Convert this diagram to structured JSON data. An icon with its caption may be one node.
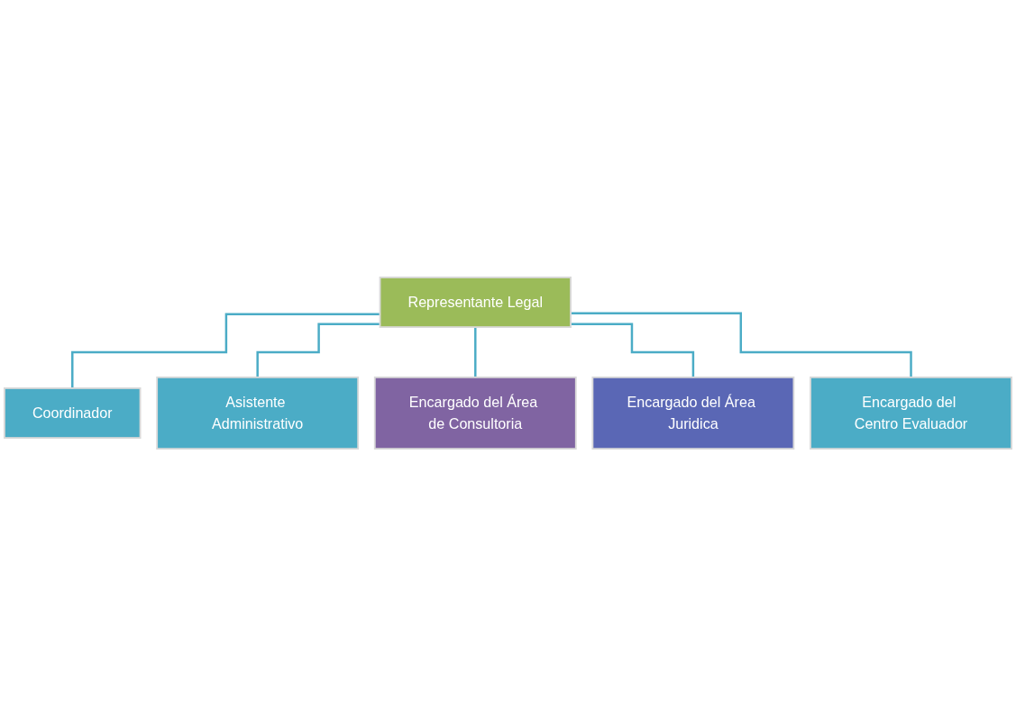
{
  "diagram": {
    "nodes": [
      {
        "text": [
          "Representante Legal"
        ]
      },
      {
        "text": [
          "Coordinador"
        ]
      },
      {
        "text": [
          "Asistente Administrativo"
        ]
      },
      {
        "text": [
          "Encargado del Área de Consultoria"
        ]
      },
      {
        "text": [
          "Encargado del Área Juridica"
        ]
      },
      {
        "text": [
          "Encargado del Centro Evaluador"
        ]
      }
    ],
    "edges": [
      {
        "from": 0,
        "to": 1,
        "arrow": "none"
      },
      {
        "from": 0,
        "to": 2,
        "arrow": "none"
      },
      {
        "from": 0,
        "to": 3,
        "arrow": "none"
      },
      {
        "from": 0,
        "to": 4,
        "arrow": "none"
      },
      {
        "from": 0,
        "to": 5,
        "arrow": "none"
      }
    ]
  }
}
